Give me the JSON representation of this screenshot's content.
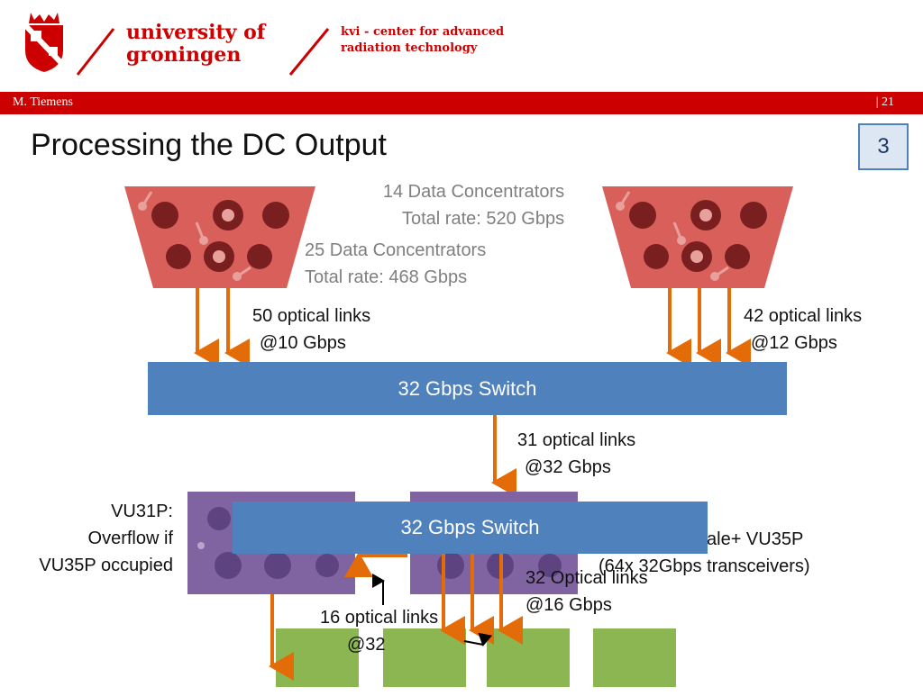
{
  "header": {
    "university_line1": "university of",
    "university_line2": "groningen",
    "institute_line1": "kvi - center for advanced",
    "institute_line2": "radiation technology",
    "author": "M. Tiemens",
    "page_number": "| 21"
  },
  "slide": {
    "title": "Processing the DC Output",
    "badge": "3"
  },
  "diagram": {
    "dc_right_line1": "14 Data Concentrators",
    "dc_right_line2": "Total rate: 520 Gbps",
    "dc_left_line1": "25 Data Concentrators",
    "dc_left_line2": "Total rate: 468 Gbps",
    "links_left_line1": "50 optical links",
    "links_left_line2": "@10 Gbps",
    "links_right_line1": "42 optical links",
    "links_right_line2": "@12 Gbps",
    "switch_top": "32 Gbps Switch",
    "links_mid_line1": "31 optical links",
    "links_mid_line2": "@32 Gbps",
    "vu31p_line1": "VU31P:",
    "vu31p_line2": "Overflow if",
    "vu31p_line3": "VU35P occupied",
    "switch_bottom": "32 Gbps Switch",
    "vu35p_line1": "cale+ VU35P",
    "vu35p_line2": "(64x 32Gbps transceivers)",
    "links_32_line1": "32 Optical links",
    "links_32_line2": "@16 Gbps",
    "links_16_line1": "16 optical links",
    "links_16_line2": "@32",
    "colors": {
      "brand_red": "#cc0000",
      "switch_blue": "#4f81bd",
      "arrow_orange": "#e36c09",
      "dc_red": "#d9605a",
      "fpga_purple": "#8064a2",
      "node_green": "#8cb651"
    }
  }
}
